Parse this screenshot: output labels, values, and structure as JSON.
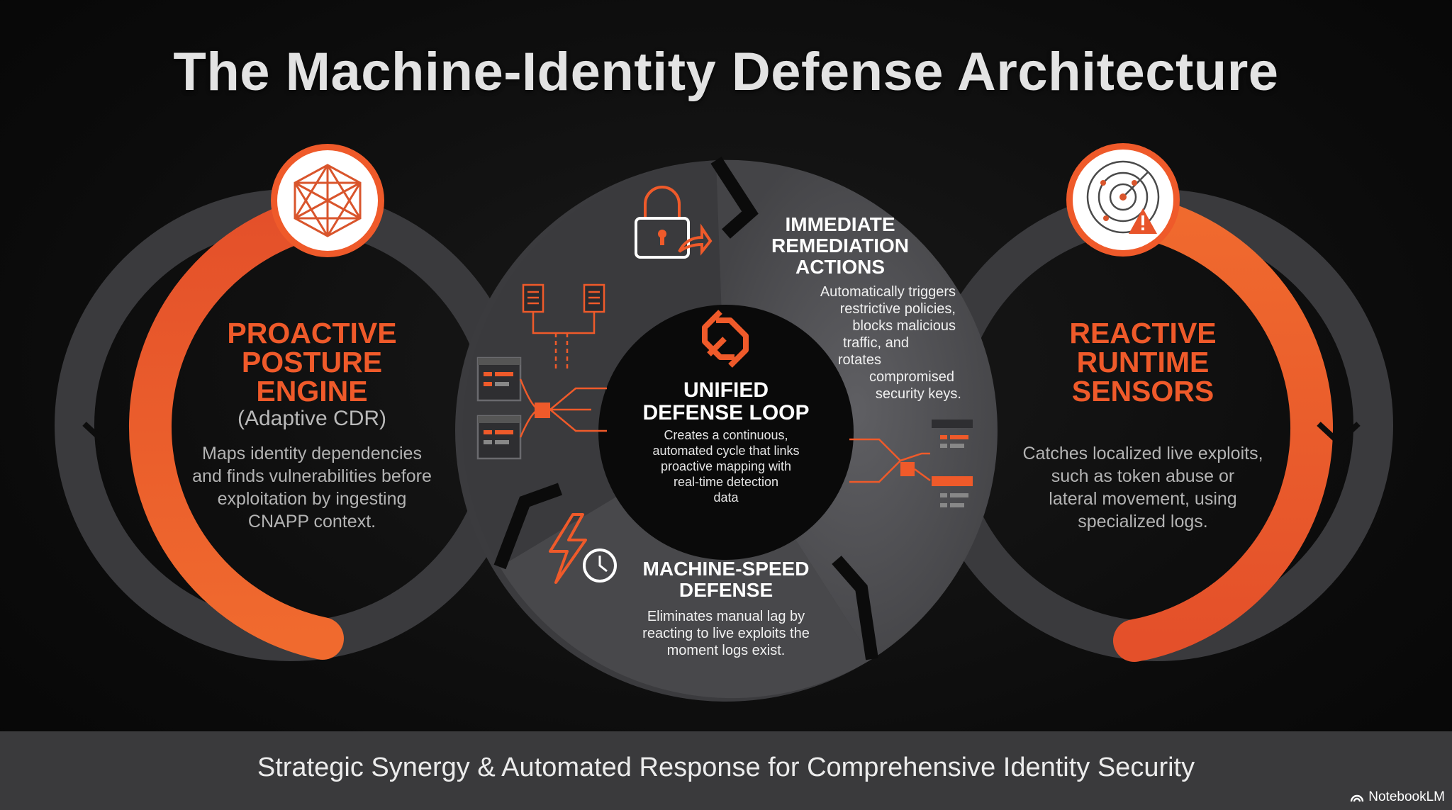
{
  "title": "The Machine-Identity Defense Architecture",
  "left": {
    "title_lines": [
      "PROACTIVE",
      "POSTURE",
      "ENGINE"
    ],
    "subtitle": "(Adaptive CDR)",
    "description_lines": [
      "Maps identity dependencies",
      "and finds vulnerabilities before",
      "exploitation by ingesting",
      "CNAPP context."
    ],
    "icon": "network-cube-icon"
  },
  "right": {
    "title_lines": [
      "REACTIVE",
      "RUNTIME",
      "SENSORS"
    ],
    "description_lines": [
      "Catches localized live exploits,",
      "such as token abuse or",
      "lateral movement, using",
      "specialized logs."
    ],
    "icon": "radar-alert-icon"
  },
  "center": {
    "title_lines": [
      "UNIFIED",
      "DEFENSE LOOP"
    ],
    "description_lines": [
      "Creates a continuous,",
      "automated cycle that links",
      "proactive mapping with",
      "real-time detection",
      "data"
    ],
    "icon": "linked-loop-icon"
  },
  "remediation": {
    "title_lines": [
      "IMMEDIATE",
      "REMEDIATION",
      "ACTIONS"
    ],
    "description_lines": [
      "Automatically triggers",
      "restrictive policies,",
      "blocks malicious",
      "traffic, and",
      "rotates",
      "compromised",
      "security keys."
    ],
    "icon": "lock-arrow-icon"
  },
  "speed": {
    "title_lines": [
      "MACHINE-SPEED",
      "DEFENSE"
    ],
    "description_lines": [
      "Eliminates manual lag by",
      "reacting to live exploits the",
      "moment logs exist."
    ],
    "icon": "lightning-clock-icon"
  },
  "footer": "Strategic Synergy & Automated Response for Comprehensive Identity Security",
  "brand": "NotebookLM",
  "colors": {
    "accent": "#ef5a2a",
    "ring_dark": "#3a3a3d",
    "segment_gray": "#58585c",
    "segment_dark": "#38383b",
    "hub": "#0a0a0a",
    "footer_bar": "#3a3a3c"
  }
}
